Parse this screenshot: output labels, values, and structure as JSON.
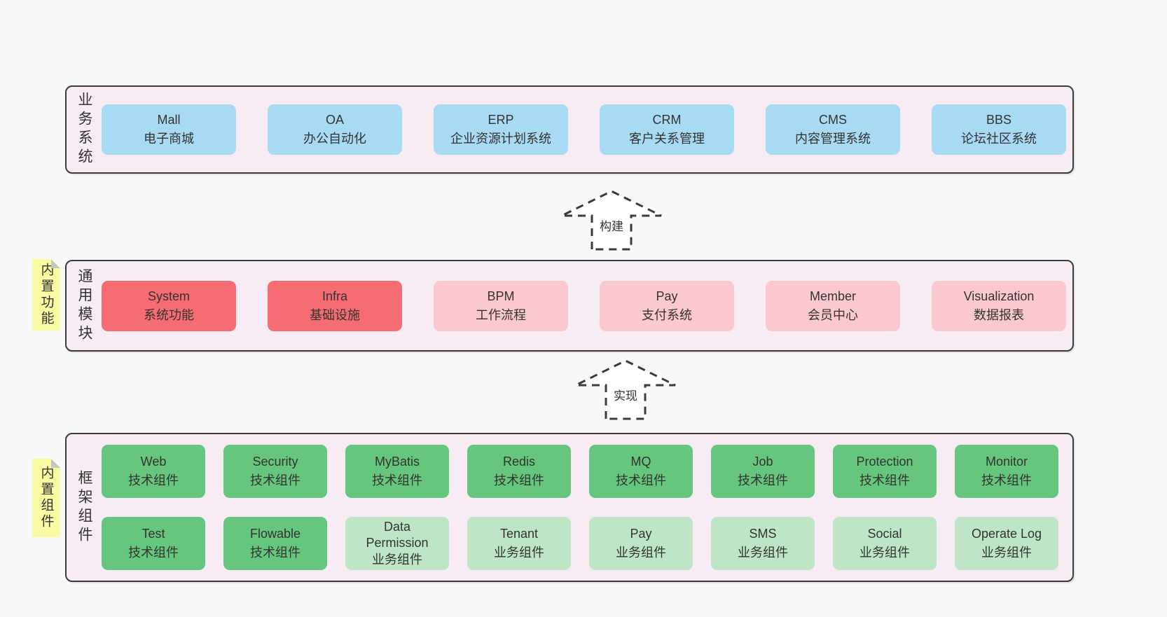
{
  "colors": {
    "page_bg": "#f8f8f8",
    "panel_bg": "#f7ecf4",
    "panel_border": "#3b3b3b",
    "blue": "#a9daf3",
    "red": "#f56c72",
    "pink": "#fcc8d0",
    "green": "#66c67e",
    "light_green": "#bee6c6",
    "sticky_yellow": "#fafaa2",
    "fold_gray": "#c4c4c4",
    "text": "#333333"
  },
  "arrows": {
    "build": "构建",
    "implement": "实现"
  },
  "sections": {
    "business": {
      "label": "业务系统",
      "boxes": [
        {
          "title": "Mall",
          "subtitle": "电子商城"
        },
        {
          "title": "OA",
          "subtitle": "办公自动化"
        },
        {
          "title": "ERP",
          "subtitle": "企业资源计划系统"
        },
        {
          "title": "CRM",
          "subtitle": "客户关系管理"
        },
        {
          "title": "CMS",
          "subtitle": "内容管理系统"
        },
        {
          "title": "BBS",
          "subtitle": "论坛社区系统"
        }
      ]
    },
    "modules": {
      "label": "通用模块",
      "sticky": "内置功能",
      "boxes": [
        {
          "title": "System",
          "subtitle": "系统功能"
        },
        {
          "title": "Infra",
          "subtitle": "基础设施"
        },
        {
          "title": "BPM",
          "subtitle": "工作流程"
        },
        {
          "title": "Pay",
          "subtitle": "支付系统"
        },
        {
          "title": "Member",
          "subtitle": "会员中心"
        },
        {
          "title": "Visualization",
          "subtitle": "数据报表"
        }
      ]
    },
    "components": {
      "label": "框架组件",
      "sticky": "内置组件",
      "row1": [
        {
          "title": "Web",
          "subtitle": "技术组件"
        },
        {
          "title": "Security",
          "subtitle": "技术组件"
        },
        {
          "title": "MyBatis",
          "subtitle": "技术组件"
        },
        {
          "title": "Redis",
          "subtitle": "技术组件"
        },
        {
          "title": "MQ",
          "subtitle": "技术组件"
        },
        {
          "title": "Job",
          "subtitle": "技术组件"
        },
        {
          "title": "Protection",
          "subtitle": "技术组件"
        },
        {
          "title": "Monitor",
          "subtitle": "技术组件"
        }
      ],
      "row2": [
        {
          "title": "Test",
          "subtitle": "技术组件"
        },
        {
          "title": "Flowable",
          "subtitle": "技术组件"
        },
        {
          "title": "Data Permission",
          "subtitle": "业务组件"
        },
        {
          "title": "Tenant",
          "subtitle": "业务组件"
        },
        {
          "title": "Pay",
          "subtitle": "业务组件"
        },
        {
          "title": "SMS",
          "subtitle": "业务组件"
        },
        {
          "title": "Social",
          "subtitle": "业务组件"
        },
        {
          "title": "Operate Log",
          "subtitle": "业务组件"
        }
      ]
    }
  }
}
